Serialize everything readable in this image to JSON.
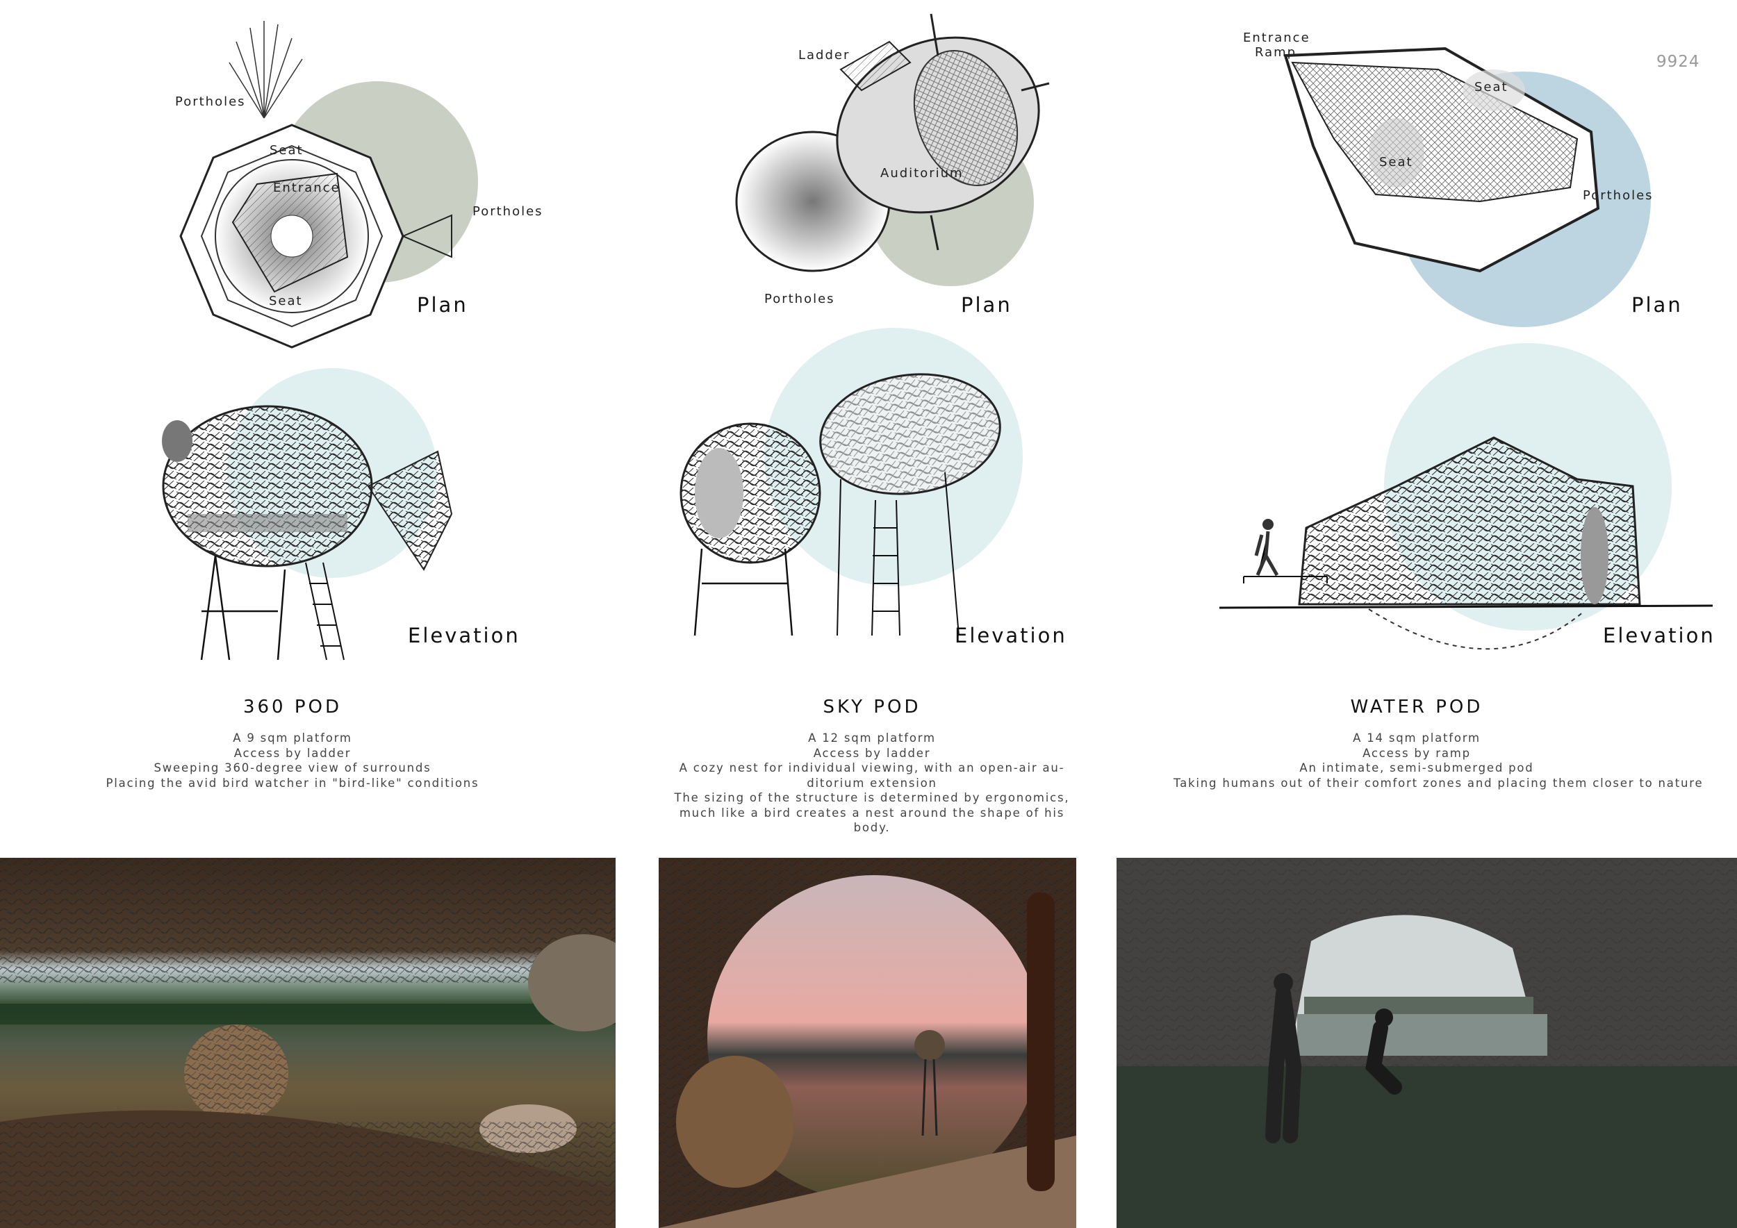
{
  "page_number": "9924",
  "colors": {
    "sage": "#c9cfc2",
    "pale_teal": "#e0eff0",
    "water_blue": "#bcd5e0"
  },
  "pods": [
    {
      "title": "360 POD",
      "plan_label": "Plan",
      "elevation_label": "Elevation",
      "plan_annotations": [
        "Portholes",
        "Seat",
        "Entrance",
        "Portholes",
        "Seat"
      ],
      "description": [
        "A 9 sqm platform",
        "Access by ladder",
        "Sweeping 360-degree view of surrounds",
        "Placing the avid bird watcher in \"bird-like\" conditions"
      ]
    },
    {
      "title": "SKY POD",
      "plan_label": "Plan",
      "elevation_label": "Elevation",
      "plan_annotations": [
        "Ladder",
        "Auditorium",
        "Portholes"
      ],
      "description": [
        "A 12 sqm platform",
        "Access by ladder",
        "A cozy nest for individual viewing, with an open-air au-",
        "ditorium extension",
        "The sizing of the structure is determined by ergonomics,",
        "much like a bird creates a nest around the shape of his",
        "body."
      ]
    },
    {
      "title": "WATER POD",
      "plan_label": "Plan",
      "elevation_label": "Elevation",
      "plan_annotations": [
        "Entrance",
        "Ramp",
        "Seat",
        "Seat",
        "Portholes"
      ],
      "description": [
        "A 14 sqm platform",
        "Access by ramp",
        "An intimate, semi-submerged pod",
        "Taking humans out of their comfort zones and placing them closer to nature"
      ]
    }
  ]
}
